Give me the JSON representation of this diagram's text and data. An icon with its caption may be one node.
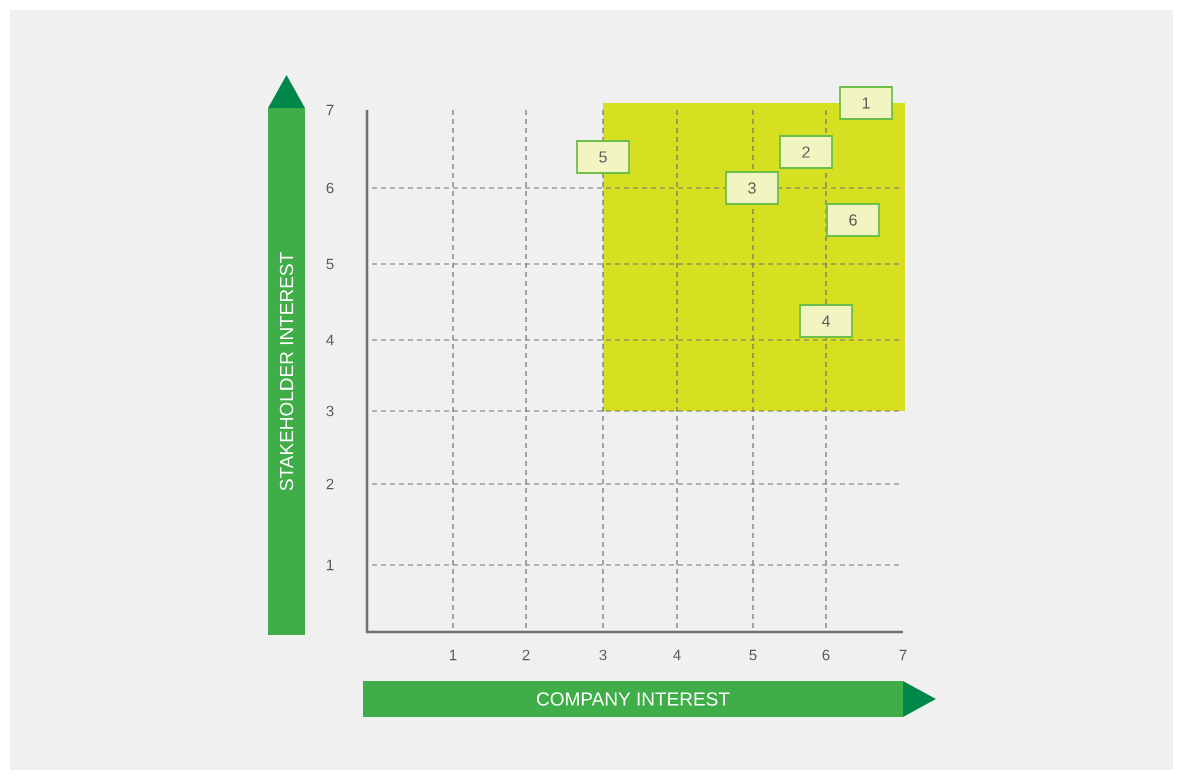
{
  "diagram": {
    "nodes": [
      {
        "text": [
          "1"
        ]
      },
      {
        "text": [
          "2"
        ]
      },
      {
        "text": [
          "3"
        ]
      },
      {
        "text": [
          "4"
        ]
      },
      {
        "text": [
          "5"
        ]
      },
      {
        "text": [
          "6"
        ]
      },
      {
        "text": [
          "STAKEHOLDER INTEREST"
        ]
      },
      {
        "text": [
          "COMPANY INTEREST"
        ]
      }
    ],
    "labels": [
      "7",
      "6",
      "5",
      "4",
      "3",
      "2",
      "1",
      "1",
      "2",
      "3",
      "4",
      "5",
      "6",
      "7"
    ]
  }
}
